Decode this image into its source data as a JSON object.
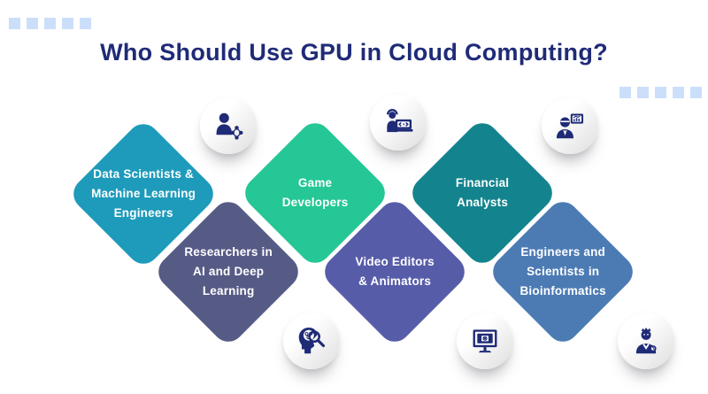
{
  "title": "Who Should Use GPU in Cloud Computing?",
  "palette": {
    "title_color": "#1F2B77",
    "icon_glyph_color": "#1F2B77",
    "deco_square_color": "#CBDFFA",
    "background": "#FFFFFF"
  },
  "diamonds": [
    {
      "id": "data-scientists",
      "label": "Data Scientists &\nMachine Learning\nEngineers",
      "color": "#1E9BBB"
    },
    {
      "id": "game-developers",
      "label": "Game\nDevelopers",
      "color": "#24C795"
    },
    {
      "id": "financial-analysts",
      "label": "Financial\nAnalysts",
      "color": "#13848E"
    },
    {
      "id": "ai-researchers",
      "label": "Researchers in\nAI and Deep\nLearning",
      "color": "#565B86"
    },
    {
      "id": "video-editors",
      "label": "Video Editors\n& Animators",
      "color": "#575CA9"
    },
    {
      "id": "bioinformatics",
      "label": "Engineers and\nScientists in\nBioinformatics",
      "color": "#4C7BB4"
    }
  ],
  "icons": [
    {
      "name": "data-scientist-network-icon"
    },
    {
      "name": "game-developer-laptop-icon"
    },
    {
      "name": "financial-analyst-chart-icon"
    },
    {
      "name": "ai-research-head-magnifier-icon"
    },
    {
      "name": "video-editing-monitor-icon"
    },
    {
      "name": "bioinformatics-scientist-icon"
    }
  ]
}
